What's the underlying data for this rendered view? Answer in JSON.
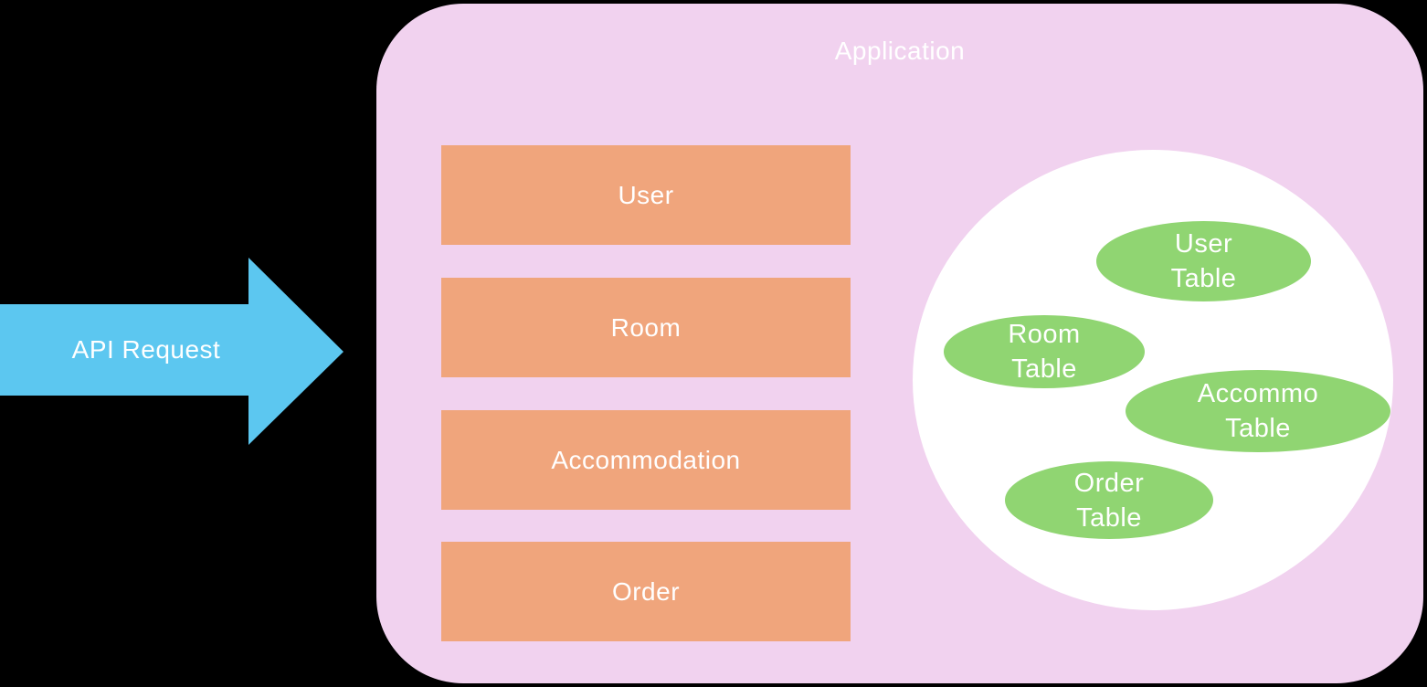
{
  "colors": {
    "background": "#000000",
    "arrow_blue": "#5CC7F0",
    "application_pink": "#F1D2EF",
    "service_orange": "#F0A57C",
    "table_green": "#90D572",
    "database_white": "#ffffff",
    "text": "#ffffff"
  },
  "arrow": {
    "label": "API Request"
  },
  "app": {
    "title": "Application",
    "services": [
      {
        "label": "User"
      },
      {
        "label": "Room"
      },
      {
        "label": "Accommodation"
      },
      {
        "label": "Order"
      }
    ],
    "database": {
      "tables": [
        {
          "line1": "User",
          "line2": "Table"
        },
        {
          "line1": "Room",
          "line2": "Table"
        },
        {
          "line1": "Accommo",
          "line2": "Table"
        },
        {
          "line1": "Order",
          "line2": "Table"
        }
      ]
    }
  }
}
